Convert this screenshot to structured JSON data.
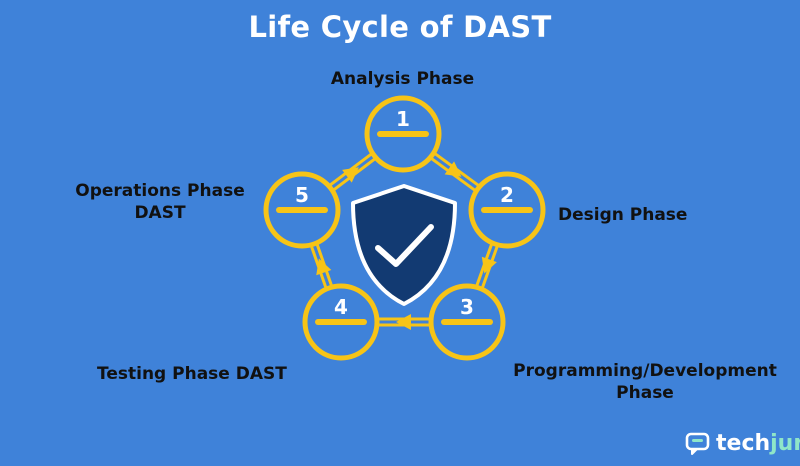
{
  "title": "Life Cycle of DAST",
  "colors": {
    "background": "#3f82d9",
    "accent": "#f7c417",
    "shield": "#123a72",
    "text": "#111111"
  },
  "center_icon": "shield-check-icon",
  "phases": [
    {
      "number": "1",
      "label": "Analysis Phase"
    },
    {
      "number": "2",
      "label": "Design Phase"
    },
    {
      "number": "3",
      "label": "Programming/Development Phase"
    },
    {
      "number": "4",
      "label": "Testing Phase DAST"
    },
    {
      "number": "5",
      "label": "Operations Phase DAST"
    }
  ],
  "brand": {
    "part1": "tech",
    "part2": "jury",
    "icon": "chat-bubble-icon"
  }
}
